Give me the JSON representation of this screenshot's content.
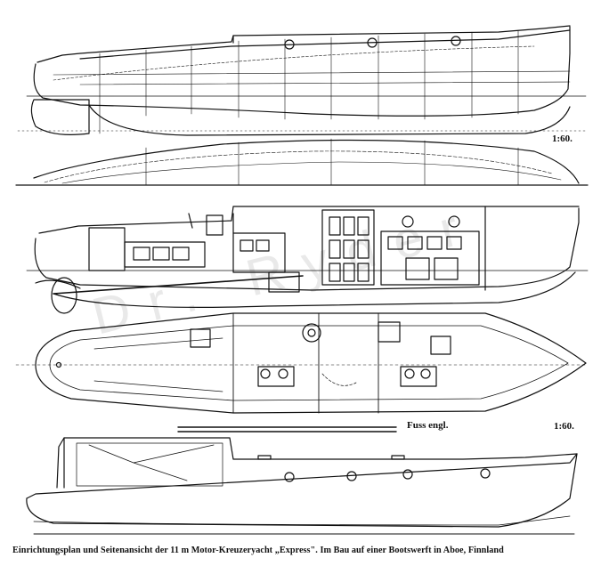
{
  "labels": {
    "scale_top": "1:60.",
    "scale_bottom": "1:60.",
    "scale_bar_unit": "Fuss engl.",
    "caption": "Einrichtungsplan und Seitenansicht der 11 m Motor-Kreuzeryacht „Express\". Im Bau auf einer Bootswerft in Aboe, Finnland",
    "watermark": "Dr. Ryder"
  },
  "colors": {
    "ink": "#111111",
    "paper": "#ffffff"
  }
}
